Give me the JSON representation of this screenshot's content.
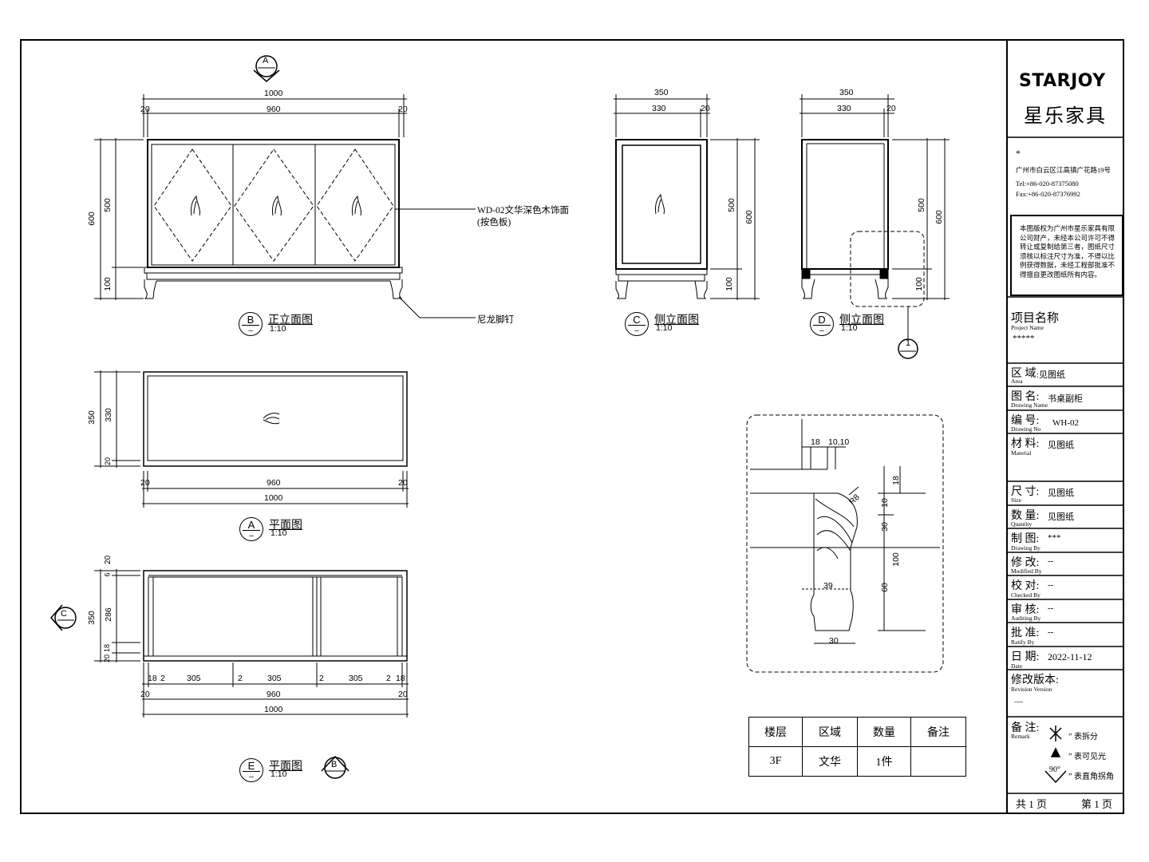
{
  "title_block": {
    "brand_logo": "STARJOY",
    "brand_cn": "星乐家具",
    "star": "*",
    "address": "广州市白云区江高镇广花路19号",
    "tel": "Tel:+86-020-87375080",
    "fax": "Fax:+86-020-87376992",
    "notice": "本图版权为广州市星乐家具有限公司财产，未经本公司许可不得转让或复制给第三者，图纸尺寸须核以标注尺寸为准，不得以比例获得数据，未经工程部批准不得擅自更改图纸所有内容。",
    "project_label": "项目名称",
    "project_label_en": "Project Name",
    "project_value": "*****",
    "area_label": "区 域",
    "area_label_en": "Area",
    "area_value": ":见图纸",
    "drawing_name_label": "图 名:",
    "drawing_name_label_en": "Drawing Name",
    "drawing_name_value": "书桌副柜",
    "drawing_no_label": "编 号:",
    "drawing_no_label_en": "Drawing No",
    "drawing_no_value": "WH-02",
    "material_label": "材 料:",
    "material_label_en": "Material",
    "material_value": "见图纸",
    "size_label": "尺 寸:",
    "size_label_en": "Size",
    "size_value": "见图纸",
    "quantity_label": "数 量:",
    "quantity_label_en": "Quantity",
    "quantity_value": "见图纸",
    "drawing_by_label": "制 图:",
    "drawing_by_label_en": "Drawing By",
    "drawing_by_value": "***",
    "modified_label": "修 改:",
    "modified_label_en": "Modified By",
    "modified_value": "--",
    "checked_label": "校 对:",
    "checked_label_en": "Checked By",
    "checked_value": "--",
    "auditing_label": "审 核:",
    "auditing_label_en": "Auditing By",
    "auditing_value": "--",
    "ratify_label": "批 准:",
    "ratify_label_en": "Ratify By",
    "ratify_value": "--",
    "date_label": "日 期:",
    "date_label_en": "Date",
    "date_value": "2022-11-12",
    "revision_label": "修改版本:",
    "revision_label_en": "Revision Version",
    "revision_value": "—",
    "remark_label": "备 注:",
    "remark_label_en": "Remark",
    "remark_1": "” 表拆分",
    "remark_2": "” 表可见光",
    "remark_3": "” 表直角拐角",
    "remark_3_mark": "90°",
    "page_total": "共 1 页",
    "page_current": "第 1 页"
  },
  "views": {
    "front": {
      "letter": "B",
      "title": "正立面图",
      "scale": "1:10"
    },
    "side_c": {
      "letter": "C",
      "title": "侧立面图",
      "scale": "1:10"
    },
    "side_d": {
      "letter": "D",
      "title": "侧立面图",
      "scale": "1:10"
    },
    "plan_a": {
      "letter": "A",
      "title": "平面图",
      "scale": "1:10"
    },
    "plan_e": {
      "letter": "E",
      "title": "平面图",
      "scale": "1:10"
    },
    "detail": {
      "number": "1"
    }
  },
  "callouts": {
    "finish_line1": "WD-02文华深色木饰面",
    "finish_line2": "(按色板)",
    "foot_pin": "尼龙脚钉"
  },
  "markers": {
    "section_a": "A",
    "section_b": "B",
    "section_c": "C"
  },
  "dimensions": {
    "front": {
      "overall_w": "1000",
      "inner_w": "960",
      "side_l": "20",
      "side_r": "20",
      "overall_h": "600",
      "body_h": "500",
      "base_h": "100"
    },
    "side_c": {
      "overall_w": "350",
      "inner_w": "330",
      "side": "20",
      "body_h": "500",
      "overall_h": "600",
      "base_h": "100"
    },
    "side_d": {
      "overall_w": "350",
      "inner_w": "330",
      "side": "20",
      "body_h": "500",
      "overall_h": "600",
      "base_h": "100"
    },
    "plan_a": {
      "depth": "350",
      "inner_depth": "330",
      "edge": "20",
      "inner_w": "960",
      "overall_w": "1000",
      "side_l": "20",
      "side_r": "20"
    },
    "plan_e": {
      "top": "20",
      "d6": "6",
      "d286": "286",
      "overall": "350",
      "d18": "18",
      "d20": "20",
      "segments": [
        "18",
        "2",
        "305",
        "2",
        "305",
        "2",
        "305",
        "2",
        "18"
      ],
      "inner_w": "960",
      "overall_w": "1000",
      "side_l": "20",
      "side_r": "20"
    },
    "detail": {
      "d18a": "18",
      "d10a": "10,10",
      "r": "R8",
      "d18b": "18",
      "d10": "10",
      "d30": "30",
      "d100": "100",
      "d60": "60",
      "d39": "39",
      "d30b": "30"
    }
  },
  "spec_table": {
    "headers": [
      "楼层",
      "区域",
      "数量",
      "备注"
    ],
    "row": [
      "3F",
      "文华",
      "1件",
      ""
    ]
  }
}
